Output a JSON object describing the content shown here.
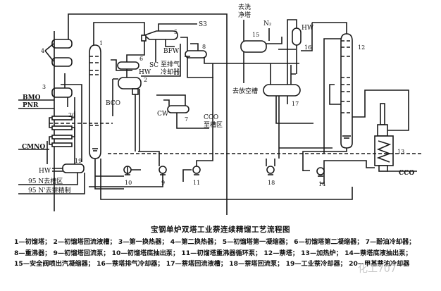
{
  "diagram": {
    "equipment_numbers": [
      "1",
      "2",
      "3",
      "4",
      "5",
      "6",
      "7",
      "8",
      "9",
      "10",
      "11",
      "12",
      "13",
      "14",
      "15",
      "16",
      "17",
      "18",
      "19",
      "20"
    ],
    "stream_labels": {
      "bmo": "BMO",
      "pnr": "PNR",
      "cmno": "CMNO",
      "hw_left": "HW",
      "product_tank": "95 N去槽区",
      "product_refine": "95 N'去萘精制",
      "bco": "BCO",
      "s3": "S3",
      "bfw": "BFW",
      "sc": "SC",
      "hw_6": "HW",
      "vent_cooler_1": "至排气",
      "vent_cooler_2": "冷却器",
      "cw": "CW",
      "cco_tank": "CCO",
      "cco_tank_2": "至槽区",
      "wash_tower_1": "去洗",
      "wash_tower_2": "净塔",
      "n2": "N₂",
      "hw_16": "HW",
      "empty_tank": "去放空槽",
      "cco_furnace": "CCO"
    }
  },
  "caption": {
    "title": "宝钢单炉双塔工业萘连续精馏工艺流程图",
    "legend": [
      "1—初馏塔；",
      "2—初馏塔回流液槽；",
      "3—第一换热器；",
      "4—第二换热器；",
      "5—初馏塔第一凝缩器；",
      "6—初馏塔第二凝缩器；",
      "7—酚油冷却器；",
      "8—重沸器；",
      "9—初馏塔回流泵；",
      "10—初馏塔底抽出泵；",
      "11—初馏塔重沸器循环泵；",
      "12—萘塔；",
      "13—加热炉；",
      "14—萘塔底液抽出泵；",
      "15—安全阀喷出汽凝缩器；",
      "16—萘塔排气冷却器；",
      "17—萘塔回流液槽；",
      "18—萘塔回流泵；",
      "19—工业萘冷却器；",
      "20—甲基萘油冷却器"
    ]
  },
  "watermark": "化工707"
}
